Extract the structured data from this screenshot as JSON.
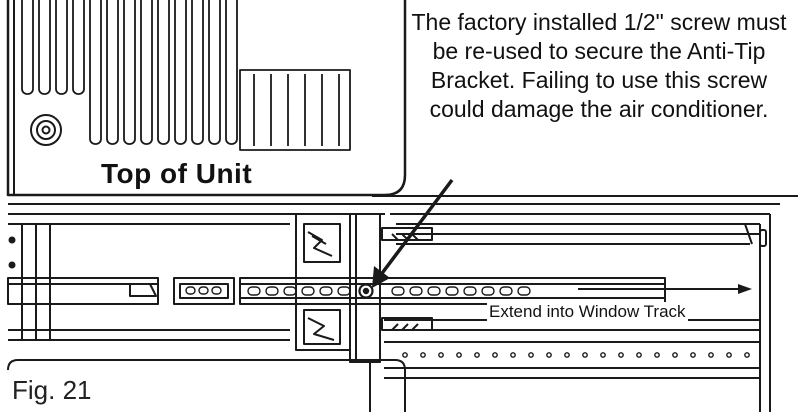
{
  "callout_note": "The factory installed 1/2\" screw must be re-used to secure the Anti-Tip Bracket. Failing to use this screw could damage the air conditioner.",
  "unit_label": "Top of Unit",
  "track_label": "Extend into Window Track",
  "figure_label": "Fig. 21",
  "colors": {
    "line": "#1a1a1a",
    "background": "#ffffff"
  }
}
